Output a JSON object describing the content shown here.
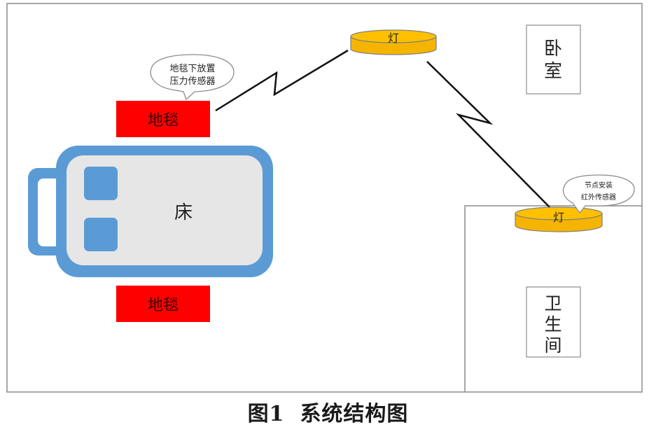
{
  "diagram": {
    "bedroom_label": "卧室",
    "bathroom_label": [
      "卫",
      "生",
      "间"
    ],
    "bed_label": "床",
    "rug_label_top": "地毯",
    "rug_label_bottom": "地毯",
    "lamp_top_label": "灯",
    "lamp_bath_label": "灯",
    "bubble_pressure": [
      "地毯下放置",
      "压力传感器"
    ],
    "bubble_infrared": [
      "节点安装",
      "红外传感器"
    ]
  },
  "colors": {
    "rug": "#ff0000",
    "lamp": "#f5b400",
    "bed_frame": "#5b9bd5",
    "bed_mattress": "#e6e6e6",
    "pillow": "#5b9bd5",
    "wall": "#8c8c8c"
  },
  "caption": {
    "figure_no": "图1",
    "title": "系统结构图"
  }
}
